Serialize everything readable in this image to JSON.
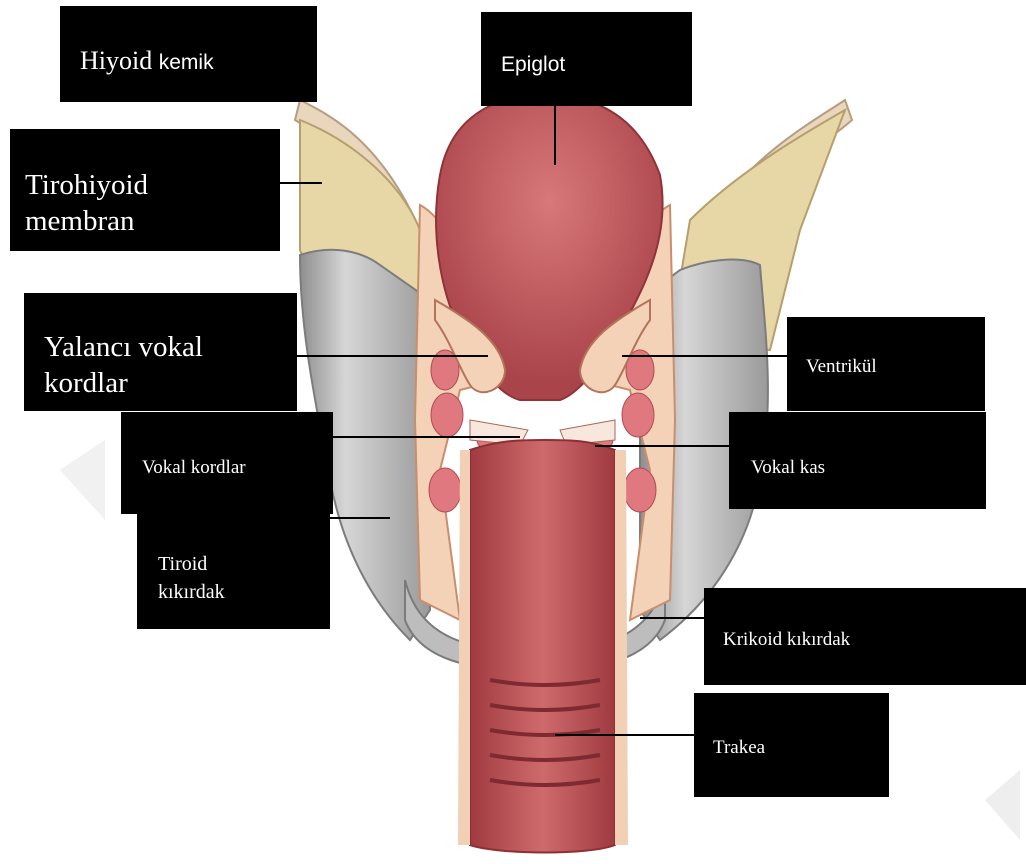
{
  "labels": {
    "hiyoid": {
      "word": "Hiyoid",
      "suffix": "kemik"
    },
    "epiglot": "Epiglot",
    "tirohiyoid": "Tirohiyoid\nmembran",
    "yalanci_vokal_kordlar": "Yalancı vokal\nkordlar",
    "ventrikul": "Ventrikül",
    "vokal_kordlar": "Vokal kordlar",
    "vokal_kas": "Vokal kas",
    "tiroid_kikirdak": "Tiroid\nkıkırdak",
    "krikoid_kikirdak": "Krikoid kıkırdak",
    "trakea": "Trakea"
  },
  "colors": {
    "thyroid_cartilage": "#c9c9c9",
    "membrane": "#e8d7a6",
    "mucosa": "#c45a5a",
    "lumen": "#b4464a",
    "muscle": "#e07880",
    "label_bg": "#000000",
    "label_text": "#ffffff"
  }
}
